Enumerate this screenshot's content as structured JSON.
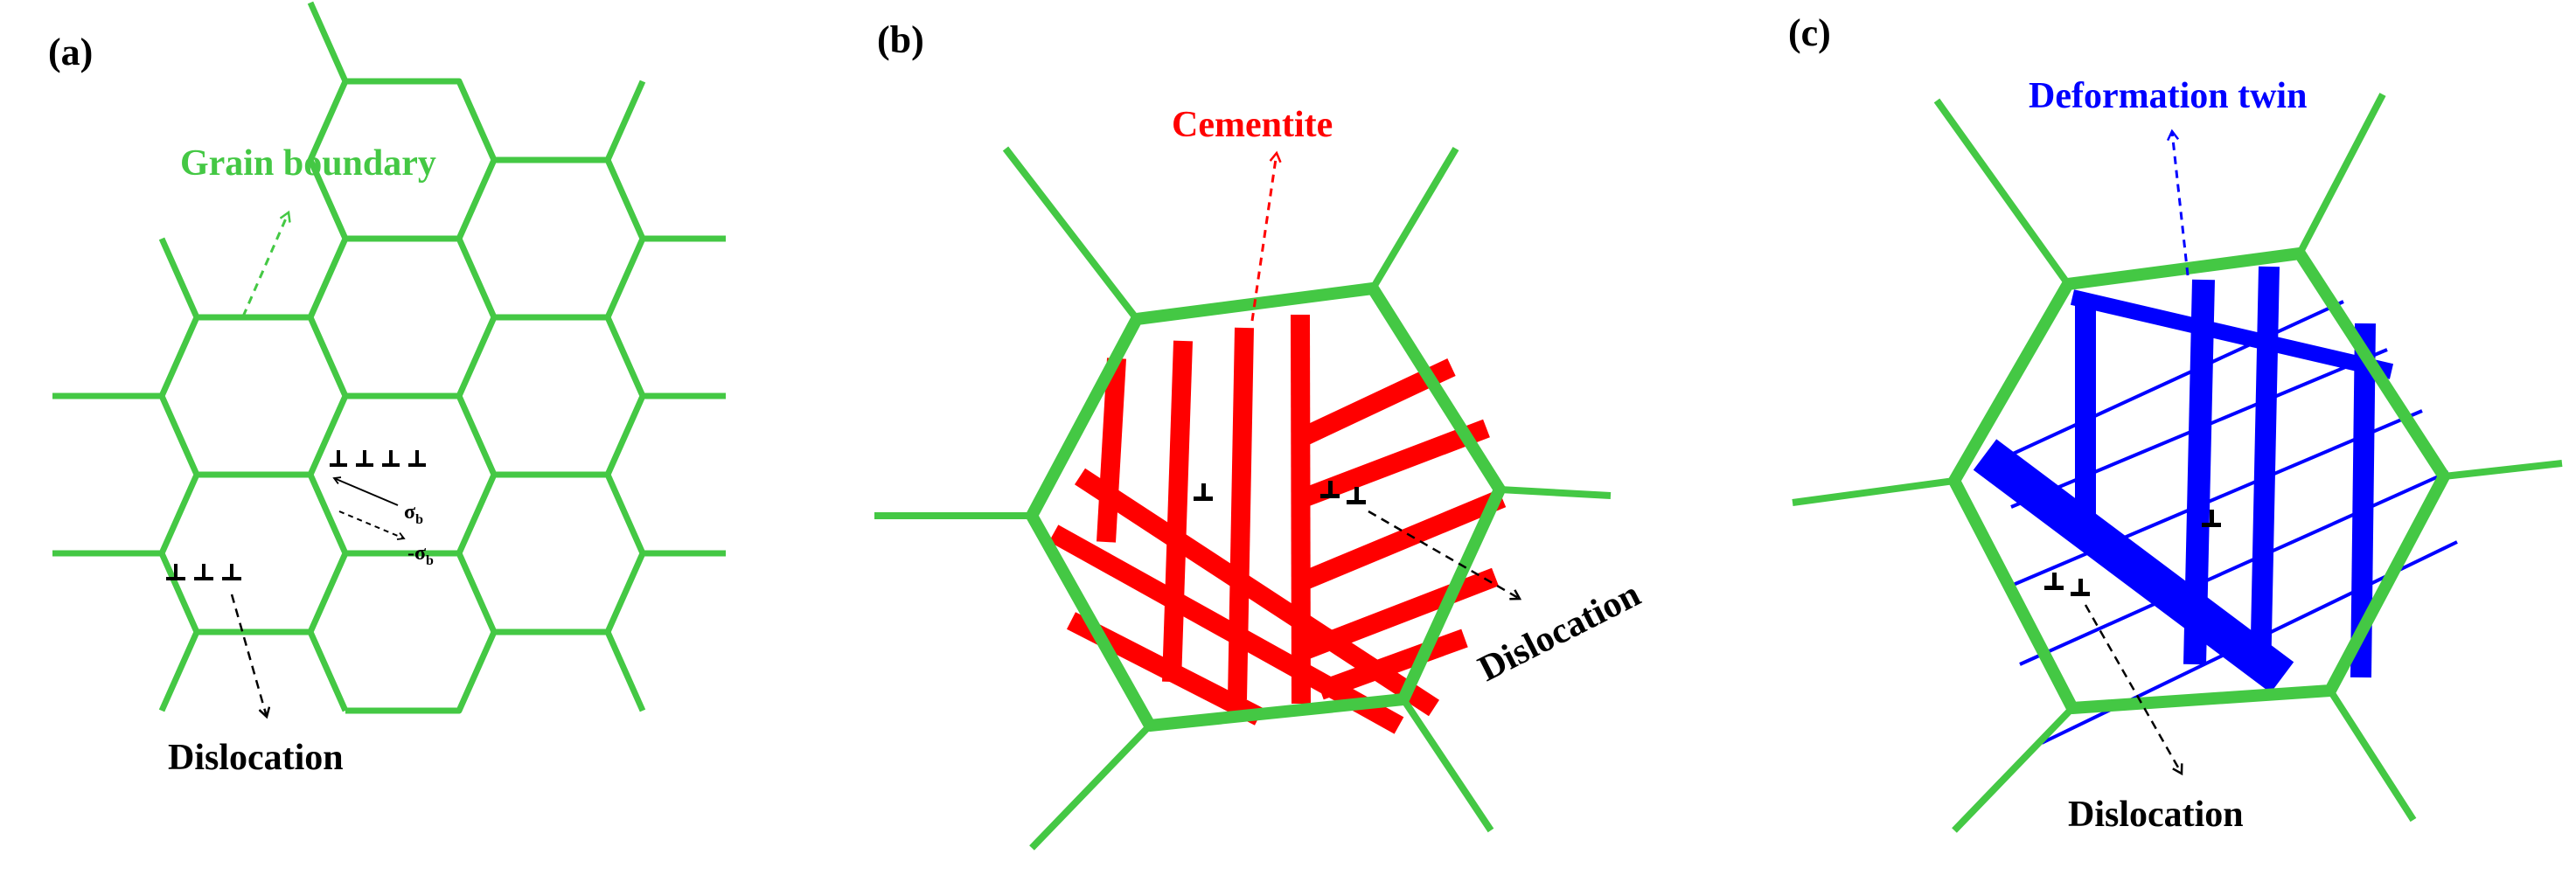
{
  "colors": {
    "grain": "#44c844",
    "cementite": "#ff0000",
    "twin": "#0000ff",
    "ink": "#000000"
  },
  "panels": {
    "a": {
      "tag": "(a)",
      "grain_label": "Grain boundary",
      "dislocation_label": "Dislocation",
      "sigma_b": "σ",
      "sigma_sub": "b",
      "neg_sigma_prefix": "-σ",
      "neg_sigma_sub": "b"
    },
    "b": {
      "tag": "(b)",
      "phase_label": "Cementite",
      "dislocation_label": "Dislocation"
    },
    "c": {
      "tag": "(c)",
      "phase_label": "Deformation twin",
      "dislocation_label": "Dislocation"
    }
  }
}
